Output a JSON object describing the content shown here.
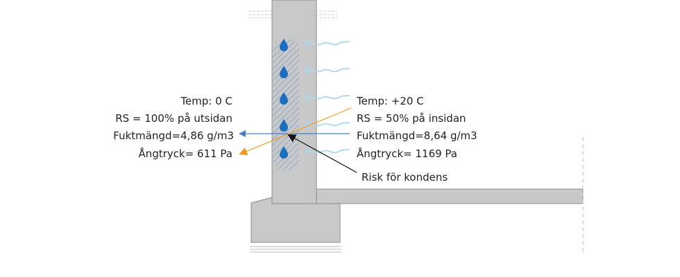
{
  "outside": {
    "temp": "Temp: 0 C",
    "rh": "RS = 100% på utsidan",
    "moisture": "Fuktmängd=4,86 g/m3",
    "vapor_pressure": "Ångtryck= 611 Pa"
  },
  "inside": {
    "temp": "Temp: +20 C",
    "rh": "RS = 50% på insidan",
    "moisture": "Fuktmängd=8,64 g/m3",
    "vapor_pressure": "Ångtryck= 1169 Pa"
  },
  "callout": "Risk för kondens",
  "colors": {
    "wall": "#c8c8c8",
    "wall_edge": "#8c8c8c",
    "droplet": "#1a6fbf",
    "hatch": "#5b8fd0",
    "air": "#a9d8ee",
    "moisture_arrow": "#4a7fc7",
    "pressure_arrow": "#f39a1e"
  },
  "icons": [
    "water-droplet-icon",
    "air-flow-wave-icon",
    "arrow-icon"
  ]
}
